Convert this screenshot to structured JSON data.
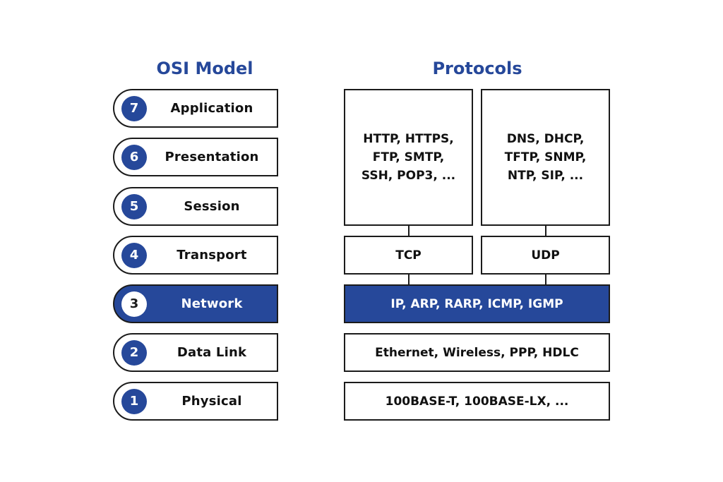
{
  "osi_title": "OSI Model",
  "protocols_title": "Protocols",
  "layers": [
    {
      "number": "7",
      "name": "Application"
    },
    {
      "number": "6",
      "name": "Presentation"
    },
    {
      "number": "5",
      "name": "Session"
    },
    {
      "number": "4",
      "name": "Transport"
    },
    {
      "number": "3",
      "name": "Network"
    },
    {
      "number": "2",
      "name": "Data Link"
    },
    {
      "number": "1",
      "name": "Physical"
    }
  ],
  "protocols": {
    "app_tcp": "HTTP, HTTPS,\nFTP, SMTP,\nSSH, POP3, ...",
    "app_udp": "DNS, DHCP,\nTFTP, SNMP,\nNTP, SIP, ...",
    "tcp": "TCP",
    "udp": "UDP",
    "network": "IP, ARP, RARP, ICMP, IGMP",
    "data_link": "Ethernet, Wireless, PPP, HDLC",
    "physical": "100BASE-T, 100BASE-LX, ..."
  },
  "colors": {
    "accent": "#26489a",
    "border": "#1b1b1b",
    "background": "#ffffff"
  }
}
